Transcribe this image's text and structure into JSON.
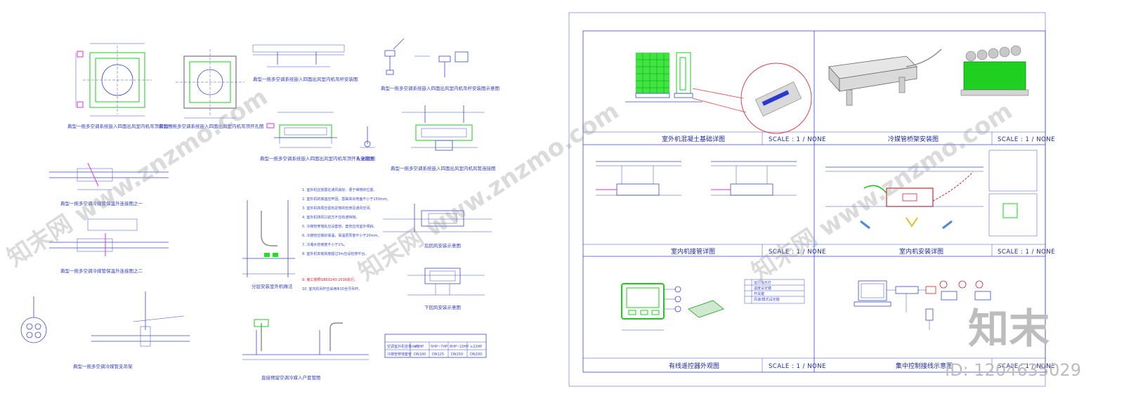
{
  "left_sheet": {
    "captions": [
      "典型一拖多空调系统嵌入四面出风室内机吊顶留洞图",
      "典型一拖多空调系统嵌入四面出风室内机吊顶开孔图",
      "典型一拖多空调系统嵌入四面出风室内机吊杆安装图",
      "典型一拖多空调系统嵌入四面出风室内机吊杆安装图示意图",
      "典型一拖多空调系统嵌入四面出风室内机吊顶开孔安装图",
      "A 剖面图",
      "典型一拖多空调系统嵌入四面出风室内机风管连接图",
      "典型一拖多空调冷媒管保温外连接图之一",
      "典型一拖多空调冷媒管保温外连接图之二",
      "典型一拖多空调冷媒管支吊架",
      "分层安装室外机做法",
      "后回风安装示意图",
      "下回风安装示意图",
      "直接预留空调冷媒入户套管图"
    ],
    "notes": [
      "1. 室外机应放置在通风良好、便于维修的位置。",
      "2. 室外机的底座应牢固，基础高出地面不小于150mm。",
      "3. 室外机四周应留有足够的检修及通风空间。",
      "4. 室外机排风口前方不应有遮挡物。",
      "5. 冷媒管穿墙处应设套管，套管应向室外倾斜。",
      "6. 冷媒管应做好保温，保温层厚度不小于20mm。",
      "7. 冷凝水管坡度不小于1%。",
      "8. 室外机安装高度超过3m应设检修平台。",
      "9. 施工按照GB50243-2016执行。",
      "10. 室内机吊杆应采用Φ10全牙吊杆。"
    ],
    "notes_red": "9. 施工按照GB50243-2016执行。",
    "table": {
      "row1": [
        "空调室外机容量(HP)",
        "≤5HP",
        "5HP~7HP",
        "8HP~20HP",
        "≥22HP"
      ],
      "row2": [
        "冷媒管穿墙套管",
        "DN100",
        "DN125",
        "DN150",
        "DN200"
      ]
    }
  },
  "right_sheet": {
    "panels": [
      {
        "title": "室外机混凝土基础详图",
        "scale": "SCALE : 1 / NONE"
      },
      {
        "title": "冷媒管桥架安装图",
        "scale": "SCALE : 1 / NONE"
      },
      {
        "title": "室内机接管详图",
        "scale": "SCALE : 1 / NONE"
      },
      {
        "title": "室内机安装详图",
        "scale": "SCALE : 1 / NONE"
      },
      {
        "title": "有线遥控器外观图",
        "scale": "SCALE : 1 / NONE"
      },
      {
        "title": "集中控制接线示意图",
        "scale": "SCALE : 1 / NONE"
      }
    ],
    "remote_legend": [
      "运行指示灯",
      "温度设定键",
      "开关键",
      "风速/模式设定键"
    ]
  },
  "watermark": {
    "site": "知末网 www.znzmo.com",
    "logo": "知末",
    "id": "ID: 1204635029"
  },
  "colors": {
    "line": "#3a48d0",
    "green": "#20e020",
    "red": "#d8262e",
    "magenta": "#e030e0"
  }
}
